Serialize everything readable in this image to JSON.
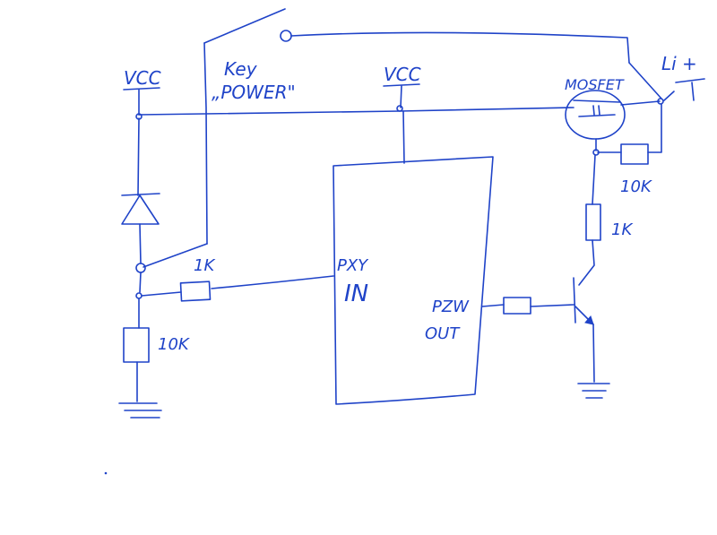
{
  "schematic": {
    "labels": {
      "vcc_left": "VCC",
      "vcc_mid": "VCC",
      "key_line1": "Key",
      "key_line2": "„POWER\"",
      "mosfet": "MOSFET",
      "li": "Li +",
      "r_10k_top": "10K",
      "r_1k_right": "1K",
      "r_1k_left": "1K",
      "r_10k_left": "10K",
      "pxy": "PXY",
      "in": "IN",
      "pzw": "PZW",
      "out": "OUT"
    },
    "colors": {
      "ink": "#1f43c8",
      "paper": "#ffffff"
    }
  }
}
